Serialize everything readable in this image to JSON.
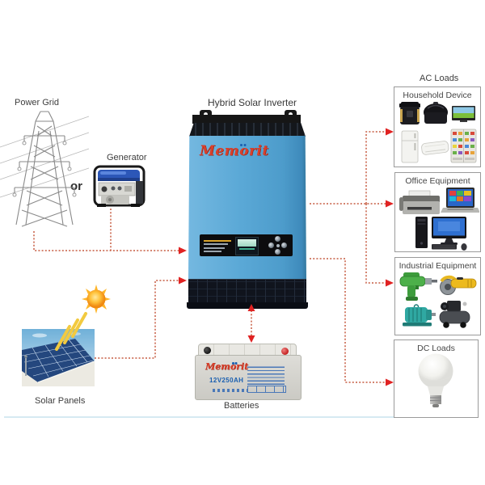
{
  "labels": {
    "power_grid": "Power Grid",
    "generator": "Generator",
    "or": "or",
    "hybrid_inverter": "Hybrid Solar Inverter",
    "solar_panels": "Solar Panels",
    "batteries": "Batteries",
    "ac_loads": "AC Loads"
  },
  "inverter": {
    "brand": "Memorit"
  },
  "battery": {
    "brand": "Memorit",
    "capacity": "12V250AH"
  },
  "load_boxes": [
    {
      "id": "household",
      "label": "Household Device",
      "items": [
        "pressure-cooker",
        "rice-cooker",
        "television",
        "refrigerator",
        "air-conditioner",
        "open-refrigerator"
      ]
    },
    {
      "id": "office",
      "label": "Office Equipment",
      "items": [
        "fax-printer",
        "laptop",
        "desktop-tower",
        "monitor",
        "keyboard",
        "mouse"
      ]
    },
    {
      "id": "industrial",
      "label": "Industrial Equipment",
      "items": [
        "electric-drill",
        "angle-grinder",
        "electric-motor",
        "air-compressor"
      ]
    },
    {
      "id": "dc",
      "label": "DC Loads",
      "items": [
        "led-bulb"
      ]
    }
  ],
  "connections": [
    {
      "from": "power-grid",
      "to": "inverter"
    },
    {
      "from": "generator",
      "to": "inverter"
    },
    {
      "from": "solar-panels",
      "to": "inverter"
    },
    {
      "from": "inverter",
      "to": "batteries",
      "bidirectional": true
    },
    {
      "from": "inverter",
      "to": "household-device"
    },
    {
      "from": "inverter",
      "to": "office-equipment"
    },
    {
      "from": "inverter",
      "to": "industrial-equipment"
    },
    {
      "from": "inverter",
      "to": "dc-loads"
    }
  ],
  "colors": {
    "connector_line": "#c65b40",
    "arrowhead": "#e02222",
    "inverter_body_blue": "#58a7d6",
    "brand_red": "#d93f2b",
    "brand_blue": "#1a5fb0",
    "box_border": "#9a9a9a",
    "baseline_blue": "#c9e4ee"
  }
}
